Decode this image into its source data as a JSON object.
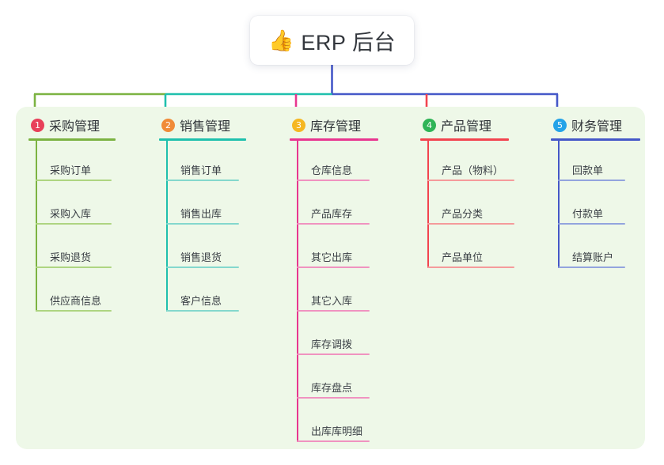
{
  "diagram": {
    "type": "mind-map",
    "root": {
      "icon": "thumbs-up-icon",
      "emoji": "👍",
      "title": "ERP 后台"
    },
    "panel_bg": "#eef8e8",
    "branches": [
      {
        "number": "1",
        "title": "采购管理",
        "badge_color": "#e8405a",
        "line_color": "#7cb342",
        "item_line_color": "#aed581",
        "items": [
          "采购订单",
          "采购入库",
          "采购退货",
          "供应商信息"
        ]
      },
      {
        "number": "2",
        "title": "销售管理",
        "badge_color": "#f08b38",
        "line_color": "#1fc0ad",
        "item_line_color": "#84d8cd",
        "items": [
          "销售订单",
          "销售出库",
          "销售退货",
          "客户信息"
        ]
      },
      {
        "number": "3",
        "title": "库存管理",
        "badge_color": "#f5b722",
        "line_color": "#e8368f",
        "item_line_color": "#f093c0",
        "items": [
          "仓库信息",
          "产品库存",
          "其它出库",
          "其它入库",
          "库存调拨",
          "库存盘点",
          "出库库明细"
        ]
      },
      {
        "number": "4",
        "title": "产品管理",
        "badge_color": "#2fb457",
        "line_color": "#f2444f",
        "item_line_color": "#f59b9b",
        "items": [
          "产品（物料）",
          "产品分类",
          "产品单位"
        ]
      },
      {
        "number": "5",
        "title": "财务管理",
        "badge_color": "#24a3e8",
        "line_color": "#4558c8",
        "item_line_color": "#93a4de",
        "items": [
          "回款单",
          "付款单",
          "结算账户"
        ]
      }
    ]
  }
}
